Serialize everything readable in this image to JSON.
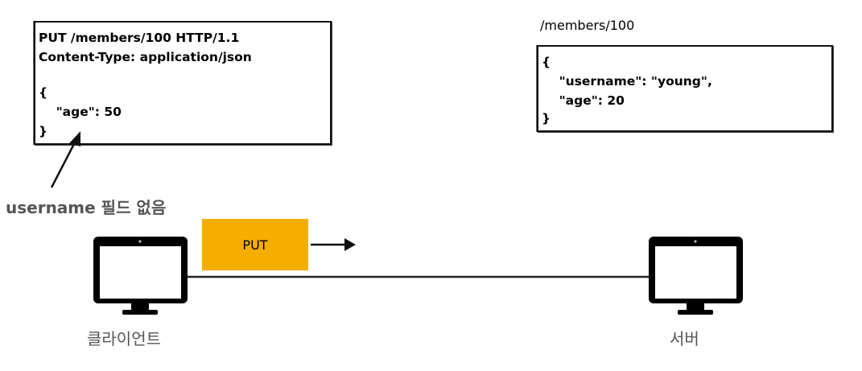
{
  "request": {
    "lines": [
      "PUT /members/100 HTTP/1.1",
      "Content-Type: application/json",
      "",
      "{",
      "    \"age\": 50",
      "}"
    ]
  },
  "note": "username 필드 없음",
  "method_badge": {
    "label": "PUT",
    "color": "#f5ae00"
  },
  "server_resource": {
    "path": "/members/100",
    "lines": [
      "{",
      "    \"username\": \"young\",",
      "    \"age\": 20",
      "}"
    ]
  },
  "client": {
    "label": "클라이언트",
    "icon": "monitor-icon"
  },
  "server": {
    "label": "서버",
    "icon": "monitor-icon"
  }
}
